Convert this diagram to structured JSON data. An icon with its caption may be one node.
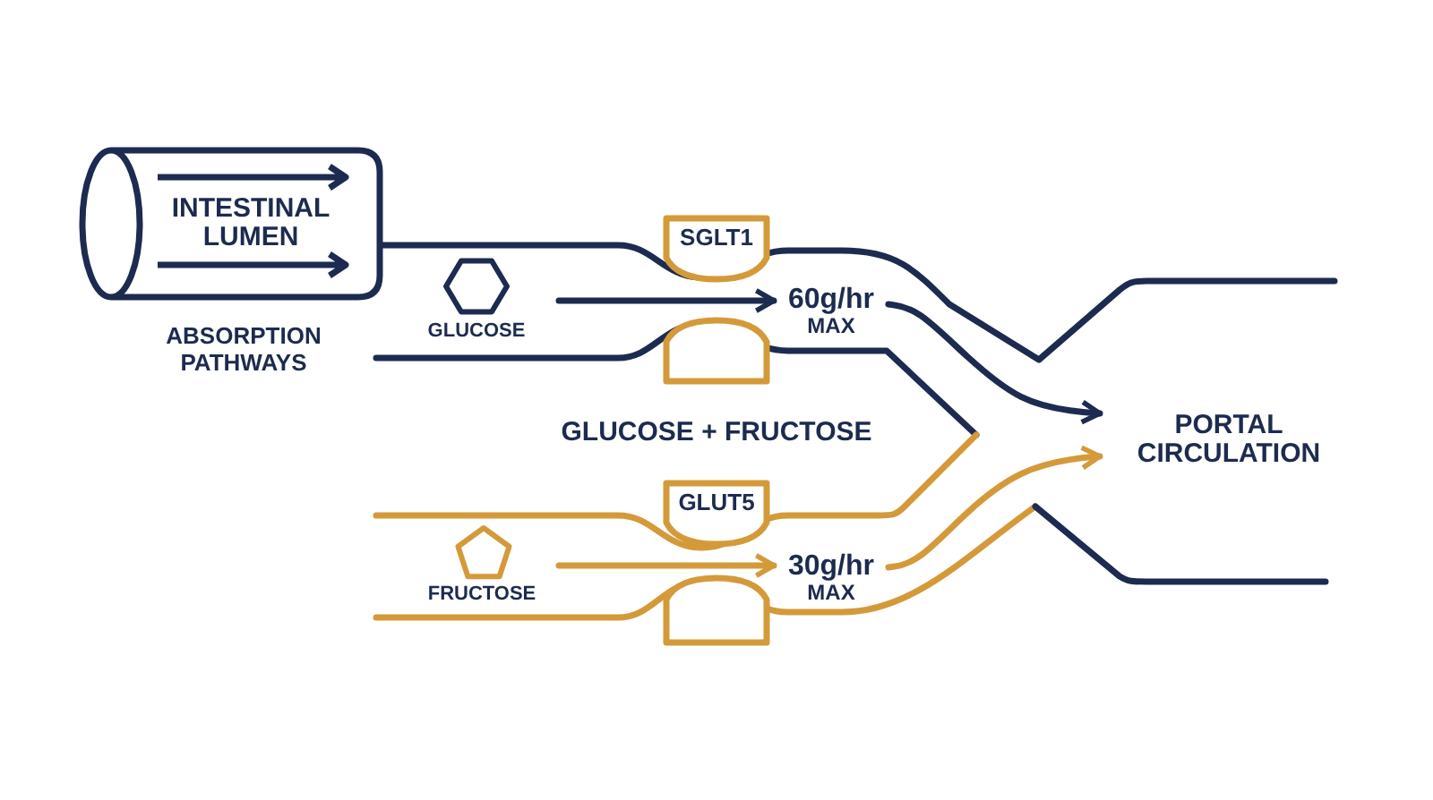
{
  "diagram": {
    "nodes": [
      {
        "text": [
          "INTESTINAL LUMEN"
        ]
      },
      {
        "text": [
          "SGLT1"
        ]
      },
      {
        "text": [],
        "shape": "box"
      },
      {
        "text": [
          "60g/hr",
          "MAX"
        ]
      },
      {
        "text": [
          "GLUT5"
        ]
      },
      {
        "text": [],
        "shape": "box"
      },
      {
        "text": [
          "30g/hr",
          "MAX"
        ]
      },
      {
        "text": [
          "PORTAL CIRCULATION"
        ]
      }
    ],
    "edges": [
      {
        "from": null,
        "to": 3,
        "arrow": "to",
        "color": "#1c2b4f"
      },
      {
        "from": 3,
        "to": 7,
        "arrow": "to",
        "color": "#1c2b4f"
      },
      {
        "from": null,
        "to": 6,
        "arrow": "to",
        "color": "#d49a3a"
      },
      {
        "from": 6,
        "to": 7,
        "arrow": "to",
        "color": "#d49a3a"
      }
    ],
    "labels": [
      "ABSORPTION PATHWAYS",
      "GLUCOSE",
      "GLUCOSE + FRUCTOSE",
      "FRUCTOSE"
    ]
  }
}
